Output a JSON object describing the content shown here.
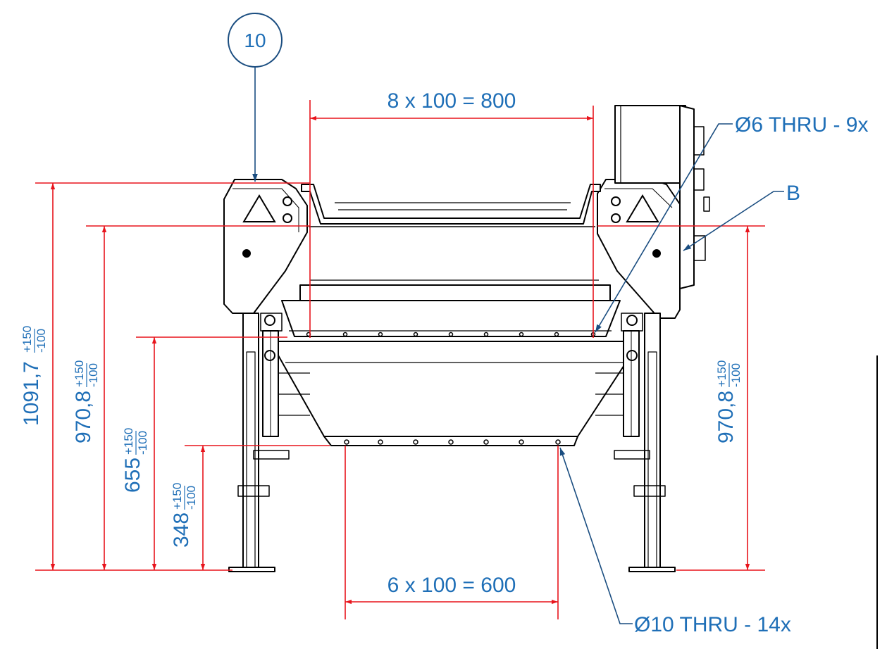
{
  "balloon": {
    "number": "10"
  },
  "dimensions": {
    "top_spacing": "8 x 100 = 800",
    "bottom_spacing": "6 x 100 = 600",
    "height_overall": "1091,7",
    "height_frame_left": "970,8",
    "height_frame_right": "970,8",
    "height_hopper_top": "655",
    "height_hopper_bottom": "348",
    "tol_upper": "+150",
    "tol_lower": "-100"
  },
  "callouts": {
    "holes_top": "Ø6 THRU - 9x",
    "holes_bottom": "Ø10 THRU - 14x",
    "view_b": "B"
  },
  "colors": {
    "dimension_line": "#e8141c",
    "annotation": "#1f6fb7",
    "leader": "#1a4d80",
    "outline": "#000000"
  }
}
